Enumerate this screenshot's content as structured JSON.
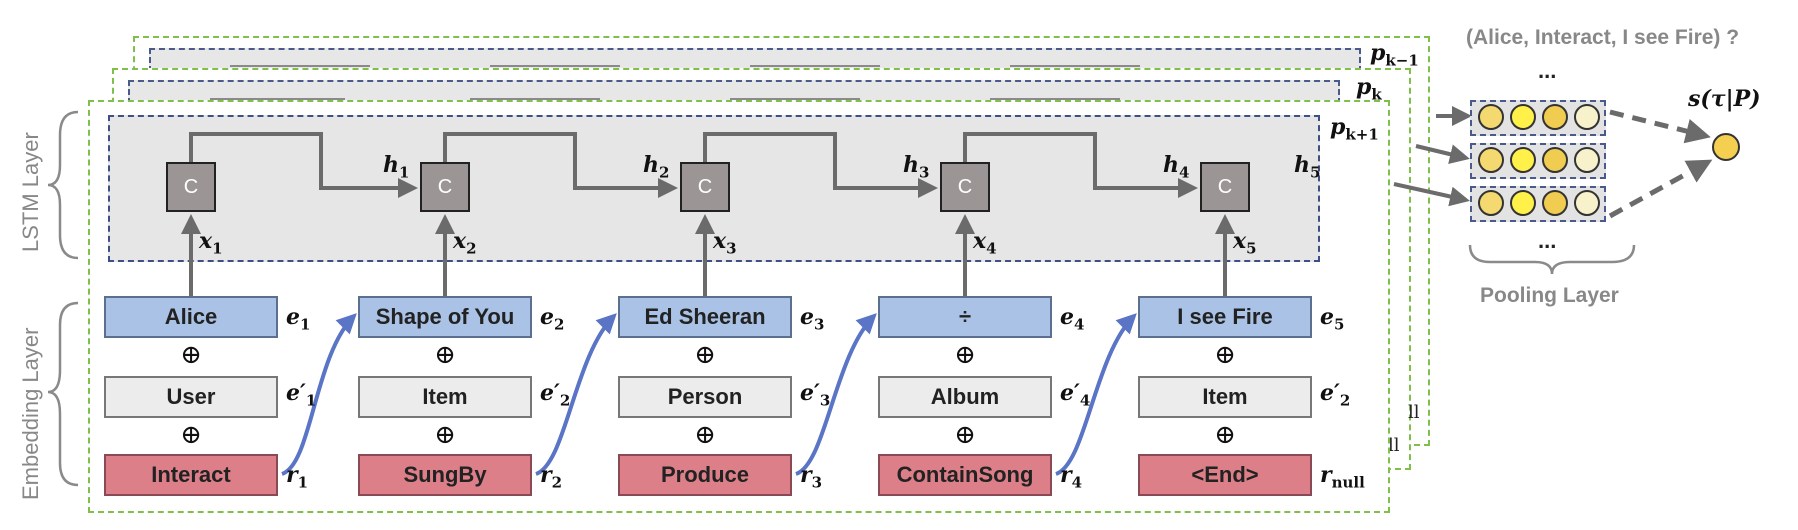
{
  "layers": {
    "lstm_layer": "LSTM Layer",
    "embedding_layer": "Embedding Layer",
    "pooling_layer": "Pooling Layer"
  },
  "query": "(Alice, Interact, I see Fire) ?",
  "score": {
    "main": "s(τ|P)"
  },
  "paths": [
    {
      "base": "p",
      "sub": "k−1"
    },
    {
      "base": "p",
      "sub": "k"
    },
    {
      "base": "p",
      "sub": "k+1"
    }
  ],
  "cell_label": "C",
  "steps": [
    {
      "entity": "Alice",
      "entity_type": "User",
      "relation": "Interact",
      "e": "1",
      "etype_sub": "1",
      "r": "1",
      "x": "1",
      "h": "1"
    },
    {
      "entity": "Shape of You",
      "entity_type": "Item",
      "relation": "SungBy",
      "e": "2",
      "etype_sub": "2",
      "r": "2",
      "x": "2",
      "h": "2"
    },
    {
      "entity": "Ed Sheeran",
      "entity_type": "Person",
      "relation": "Produce",
      "e": "3",
      "etype_sub": "3",
      "r": "3",
      "x": "3",
      "h": "3"
    },
    {
      "entity": "÷",
      "entity_type": "Album",
      "relation": "ContainSong",
      "e": "4",
      "etype_sub": "4",
      "r": "4",
      "x": "4",
      "h": "4"
    },
    {
      "entity": "I see Fire",
      "entity_type": "Item",
      "relation": "<End>",
      "e": "5",
      "etype_sub": "2",
      "r": "null",
      "x": "5",
      "h": "5"
    }
  ],
  "symbols": {
    "oplus": "⊕",
    "ellipsis": "...",
    "prime": "′"
  },
  "back_frames": {
    "fragment_a": "ll",
    "fragment_b": "ll"
  },
  "pool_colors": {
    "row": [
      [
        "#f4d870",
        "#fff04a",
        "#f0cc50",
        "#f8f2cc"
      ],
      [
        "#f4d870",
        "#fff04a",
        "#f0cc50",
        "#f8f2cc"
      ],
      [
        "#f4d870",
        "#fff04a",
        "#f0cc50",
        "#f8f2cc"
      ]
    ],
    "output": "#f4cf50"
  },
  "colors": {
    "entity": "#a9c2e6",
    "entity_type": "#ececec",
    "relation": "#dc7f88",
    "cell": "#9b9595",
    "frame_border": "#7fbf4a",
    "arrow_blue": "#5a74c6",
    "arrow_gray": "#6b6b6b"
  }
}
